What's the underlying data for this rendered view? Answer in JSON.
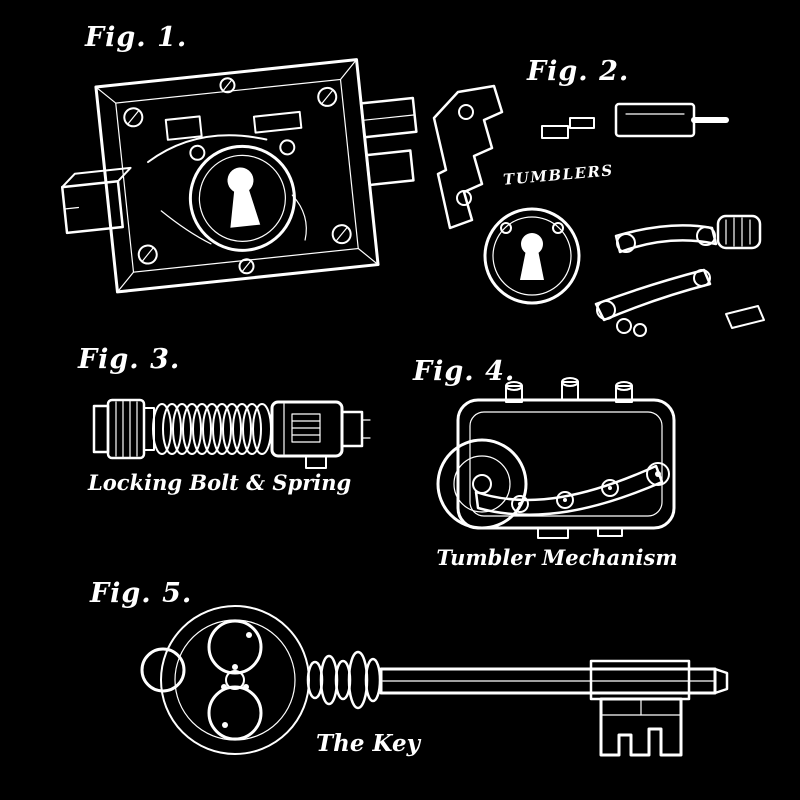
{
  "colors": {
    "background": "#000000",
    "ink": "#ffffff"
  },
  "figures": {
    "fig1": {
      "label": "Fig. 1."
    },
    "fig2": {
      "label": "Fig. 2.",
      "annotation": "TUMBLERS"
    },
    "fig3": {
      "label": "Fig. 3.",
      "caption": "Locking Bolt & Spring"
    },
    "fig4": {
      "label": "Fig. 4.",
      "caption": "Tumbler Mechanism"
    },
    "fig5": {
      "label": "Fig. 5.",
      "caption": "The Key"
    }
  }
}
